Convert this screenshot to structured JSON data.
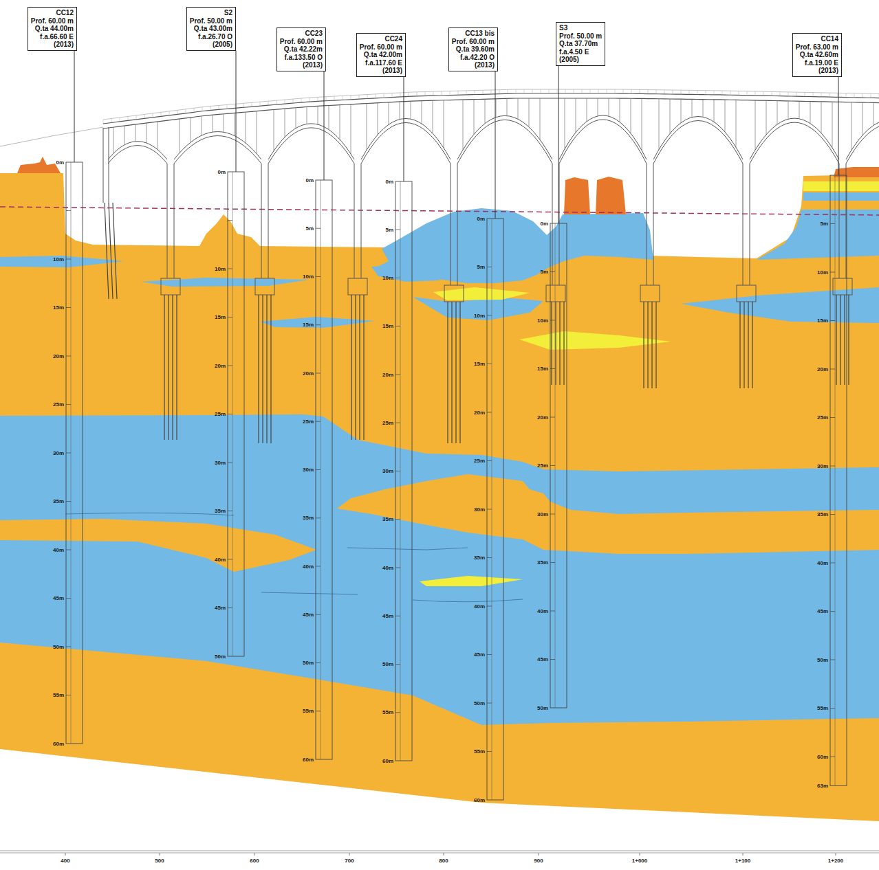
{
  "diagram": {
    "nodes": [
      {
        "text": [
          "CC12",
          "Prof. 60.00 m",
          "Q.ta 44.00m",
          "f.a.66.60 E",
          "(2013)"
        ]
      },
      {
        "text": [
          "S2",
          "Prof. 50.00 m",
          "Q.ta 43.00m",
          "f.a.26.70 O",
          "(2005)"
        ]
      },
      {
        "text": [
          "CC23",
          "Prof. 60.00 m",
          "Q.ta 42.22m",
          "f.a.133.50 O",
          "(2013)"
        ]
      },
      {
        "text": [
          "CC24",
          "Prof. 60.00 m",
          "Q.ta 42.00m",
          "f.a.117.60 E",
          "(2013)"
        ]
      },
      {
        "text": [
          "CC13 bis",
          "Prof. 60.00 m",
          "Q.ta 39.60m",
          "f.a.42.20 O",
          "(2013)"
        ]
      },
      {
        "text": [
          "S3",
          "Prof. 50.00 m",
          "Q.ta 37.70m",
          "f.a.4.50 E",
          "(2005)"
        ]
      },
      {
        "text": [
          "CC14",
          "Prof. 63.00 m",
          "Q.ta 42.60m",
          "f.a.19.00 E",
          "(2013)"
        ]
      }
    ],
    "labels": [
      "400",
      "500",
      "600",
      "700",
      "800",
      "900",
      "1+000",
      "1+100",
      "1+200",
      "0m",
      "10m",
      "15m",
      "20m",
      "25m",
      "30m",
      "35m",
      "40m",
      "45m",
      "50m",
      "55m",
      "60m",
      "0m",
      "10m",
      "15m",
      "20m",
      "25m",
      "30m",
      "35m",
      "40m",
      "45m",
      "50m",
      "0m",
      "5m",
      "10m",
      "15m",
      "20m",
      "25m",
      "30m",
      "35m",
      "40m",
      "45m",
      "50m",
      "55m",
      "60m",
      "0m",
      "5m",
      "10m",
      "15m",
      "20m",
      "25m",
      "30m",
      "35m",
      "40m",
      "45m",
      "50m",
      "55m",
      "60m",
      "0m",
      "5m",
      "10m",
      "15m",
      "20m",
      "25m",
      "30m",
      "35m",
      "40m",
      "45m",
      "50m",
      "55m",
      "60m",
      "0m",
      "5m",
      "10m",
      "15m",
      "20m",
      "25m",
      "30m",
      "35m",
      "40m",
      "45m",
      "50m",
      "5m",
      "10m",
      "15m",
      "20m",
      "25m",
      "30m",
      "35m",
      "40m",
      "45m",
      "50m",
      "55m",
      "60m",
      "63m"
    ]
  }
}
